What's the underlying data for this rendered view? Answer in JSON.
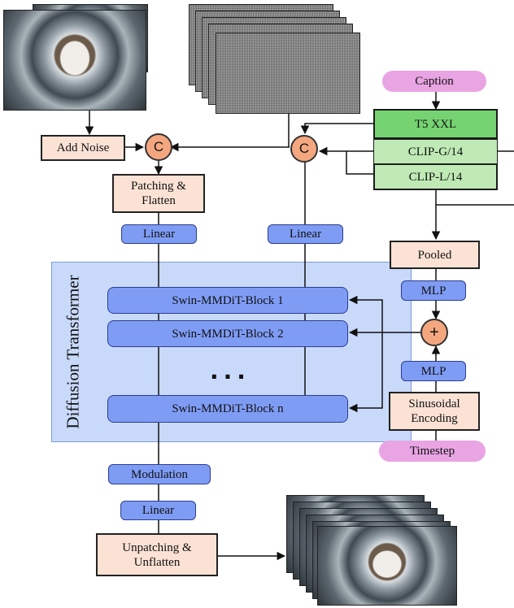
{
  "caption_label": "Caption",
  "t5_label": "T5 XXL",
  "clip_g_label": "CLIP-G/14",
  "clip_l_label": "CLIP-L/14",
  "add_noise_label": "Add Noise",
  "concat_symbol": "C",
  "plus_symbol": "+",
  "patching_label": "Patching &\nFlatten",
  "linear_label": "Linear",
  "pooled_label": "Pooled",
  "mlp_label": "MLP",
  "sinusoidal_label": "Sinusoidal\nEncoding",
  "timestep_label": "Timestep",
  "dit_label": "Diffusion Transformer",
  "block1_label": "Swin-MMDiT-Block  1",
  "block2_label": "Swin-MMDiT-Block 2",
  "dots_label": "...",
  "blockn_label": "Swin-MMDiT-Block n",
  "modulation_label": "Modulation",
  "unpatching_label": "Unpatching &\nUnflatten",
  "colors": {
    "peach": "#fbe2d4",
    "block_blue": "#7f9cf5",
    "panel_blue": "#c9d9fa",
    "pink": "#e9a4e3",
    "green_dark": "#76d372",
    "green_light": "#bfeab5",
    "orange_circle": "#f4a77f"
  },
  "images": [
    "input-image-stack",
    "noise-image-stack",
    "output-image-stack"
  ]
}
